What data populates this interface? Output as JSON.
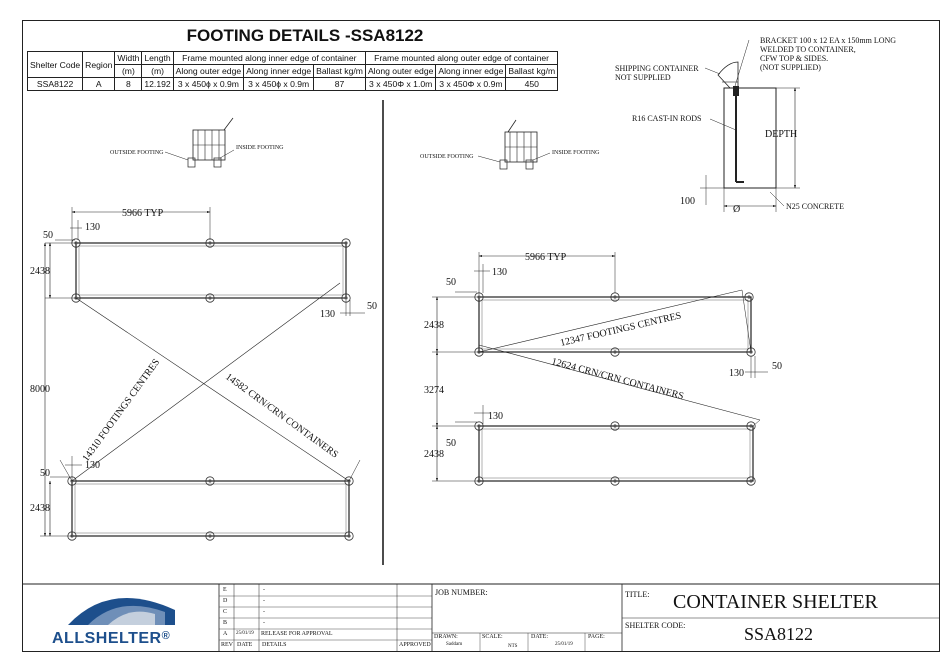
{
  "title": "FOOTING DETAILS -SSA8122",
  "table": {
    "group_header_inner": "Frame mounted along inner edge of container",
    "group_header_outer": "Frame mounted along outer edge of container",
    "headers": [
      "Shelter Code",
      "Region",
      "Width",
      "Length",
      "Along outer edge",
      "Along inner edge",
      "Ballast kg/m",
      "Along outer edge",
      "Along inner edge",
      "Ballast kg/m"
    ],
    "units": [
      "(m)",
      "(m)"
    ],
    "row": [
      "SSA8122",
      "A",
      "8",
      "12.192",
      "3 x 450ɸ x 0.9m",
      "3 x 450ɸ x 0.9m",
      "87",
      "3 x 450Φ x 1.0m",
      "3 x 450Φ x 0.9m",
      "450"
    ]
  },
  "left_diagram": {
    "thumb_outside": "OUTSIDE FOOTING",
    "thumb_inside": "INSIDE FOOTING",
    "spacing": "5966 TYP",
    "d130a": "130",
    "d50a": "50",
    "d2438a": "2438",
    "d130b": "130",
    "d50b": "50",
    "d8000": "8000",
    "d130c": "130",
    "d50c": "50",
    "d2438b": "2438",
    "diag1": "14310 FOOTINGS CENTRES",
    "diag2": "14582 CRN/CRN CONTAINERS"
  },
  "right_diagram": {
    "thumb_outside": "OUTSIDE FOOTING",
    "thumb_inside": "INSIDE FOOTING",
    "spacing": "5966 TYP",
    "d130a": "130",
    "d50a": "50",
    "d2438a": "2438",
    "diag1": "12347 FOOTINGS CENTRES",
    "diag2": "12624 CRN/CRN CONTAINERS",
    "d50b": "50",
    "d130b": "130",
    "d3274": "3274",
    "d130c": "130",
    "d50c": "50",
    "d2438b": "2438"
  },
  "detail": {
    "bracket_1": "BRACKET 100 x 12 EA x 150mm LONG",
    "bracket_2": "WELDED TO CONTAINER,",
    "bracket_3": "CFW TOP & SIDES.",
    "bracket_4": "(NOT SUPPLIED)",
    "container_1": "SHIPPING CONTAINER",
    "container_2": "NOT SUPPLIED",
    "rods": "R16 CAST-IN RODS",
    "depth": "DEPTH",
    "width": "100",
    "diameter": "Ø",
    "concrete": "N25 CONCRETE"
  },
  "title_block": {
    "logo": "ALLSHELTER",
    "logo_mark": "®",
    "rev_rows": [
      {
        "rev": "E",
        "date": "",
        "details": "-"
      },
      {
        "rev": "D",
        "date": "",
        "details": "-"
      },
      {
        "rev": "C",
        "date": "",
        "details": "-"
      },
      {
        "rev": "B",
        "date": "",
        "details": "-"
      },
      {
        "rev": "A",
        "date": "25/01/19",
        "details": "RELEASE FOR APPROVAL"
      }
    ],
    "rev_header": [
      "REV",
      "DATE",
      "DETAILS",
      "APPROVED"
    ],
    "job_number_label": "JOB NUMBER:",
    "drawn_label": "DRAWN:",
    "drawn_value": "Saddam",
    "scale_label": "SCALE:",
    "scale_value": "NTS",
    "date_label": "DATE:",
    "date_value": "25/01/19",
    "page_label": "PAGE:",
    "title_label": "TITLE:",
    "title_value": "CONTAINER SHELTER",
    "code_label": "SHELTER CODE:",
    "code_value": "SSA8122"
  }
}
